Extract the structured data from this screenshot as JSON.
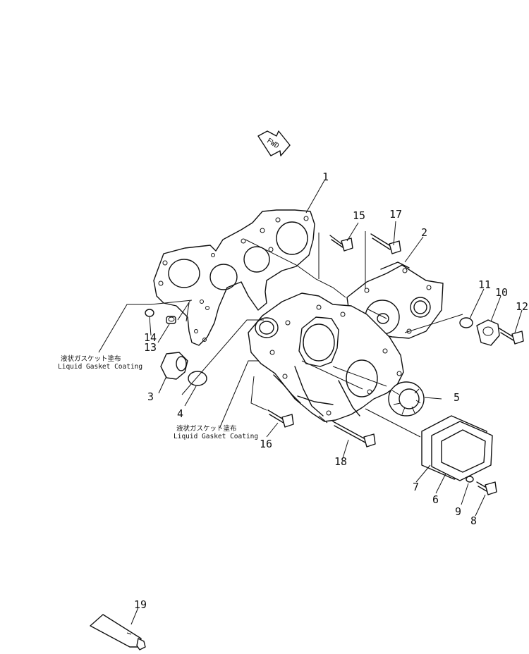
{
  "direction_marker": "FWD",
  "notes": [
    {
      "jp": "液状ガスケット塗布",
      "en": "Liquid Gasket Coating"
    },
    {
      "jp": "液状ガスケット塗布",
      "en": "Liquid Gasket Coating"
    }
  ],
  "part_numbers": [
    "1",
    "2",
    "3",
    "4",
    "5",
    "6",
    "7",
    "8",
    "9",
    "10",
    "11",
    "12",
    "13",
    "14",
    "15",
    "16",
    "17",
    "18",
    "19"
  ]
}
